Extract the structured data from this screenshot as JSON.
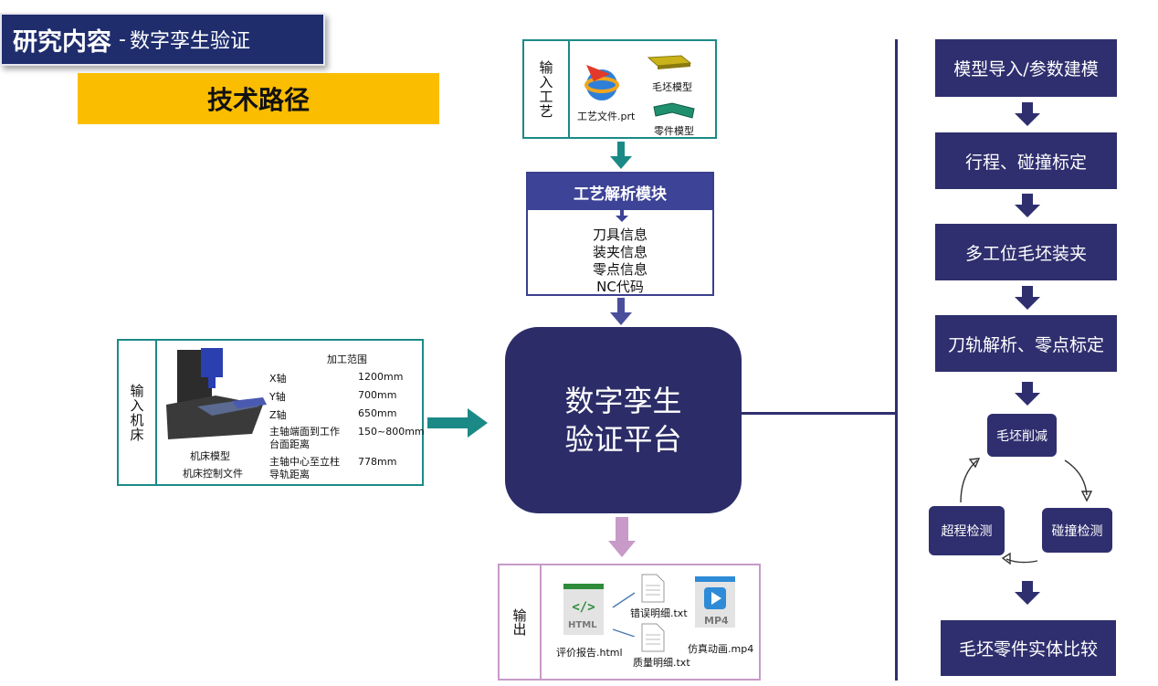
{
  "header": {
    "title_main": "研究内容",
    "title_sep": "-",
    "title_sub": "数字孪生验证",
    "subtitle": "技术路径"
  },
  "input_process": {
    "label": "输入工艺",
    "file_label": "工艺文件.prt",
    "blank_label": "毛坯模型",
    "part_label": "零件模型"
  },
  "parse_module": {
    "title": "工艺解析模块",
    "items": [
      "刀具信息",
      "装夹信息",
      "零点信息",
      "NC代码"
    ]
  },
  "machine": {
    "label": "输入机床",
    "model_label": "机床模型",
    "control_label": "机床控制文件",
    "range_title": "加工范围",
    "rows": [
      {
        "name": "X轴",
        "value": "1200mm"
      },
      {
        "name": "Y轴",
        "value": "700mm"
      },
      {
        "name": "Z轴",
        "value": "650mm"
      },
      {
        "name": "主轴端面到工作台面距离",
        "value": "150~800mm"
      },
      {
        "name": "主轴中心至立柱导轨距离",
        "value": "778mm"
      }
    ]
  },
  "center": {
    "line1": "数字孪生",
    "line2": "验证平台"
  },
  "output": {
    "label": "输出",
    "html_icon": "HTML",
    "html_label": "评价报告.html",
    "error_label": "错误明细.txt",
    "quality_label": "质量明细.txt",
    "mp4_icon": "MP4",
    "mp4_label": "仿真动画.mp4"
  },
  "flow": {
    "steps": [
      "模型导入/参数建模",
      "行程、碰撞标定",
      "多工位毛坯装夹",
      "刀轨解析、零点标定"
    ],
    "cycle": [
      "毛坯削减",
      "碰撞检测",
      "超程检测"
    ],
    "final": "毛坯零件实体比较"
  },
  "colors": {
    "navy": "#1f2d6d",
    "yellow": "#fbbd00",
    "teal": "#1b8a86",
    "dark_box": "#2c2d68",
    "module": "#3d4396",
    "purple": "#c89ac8"
  }
}
